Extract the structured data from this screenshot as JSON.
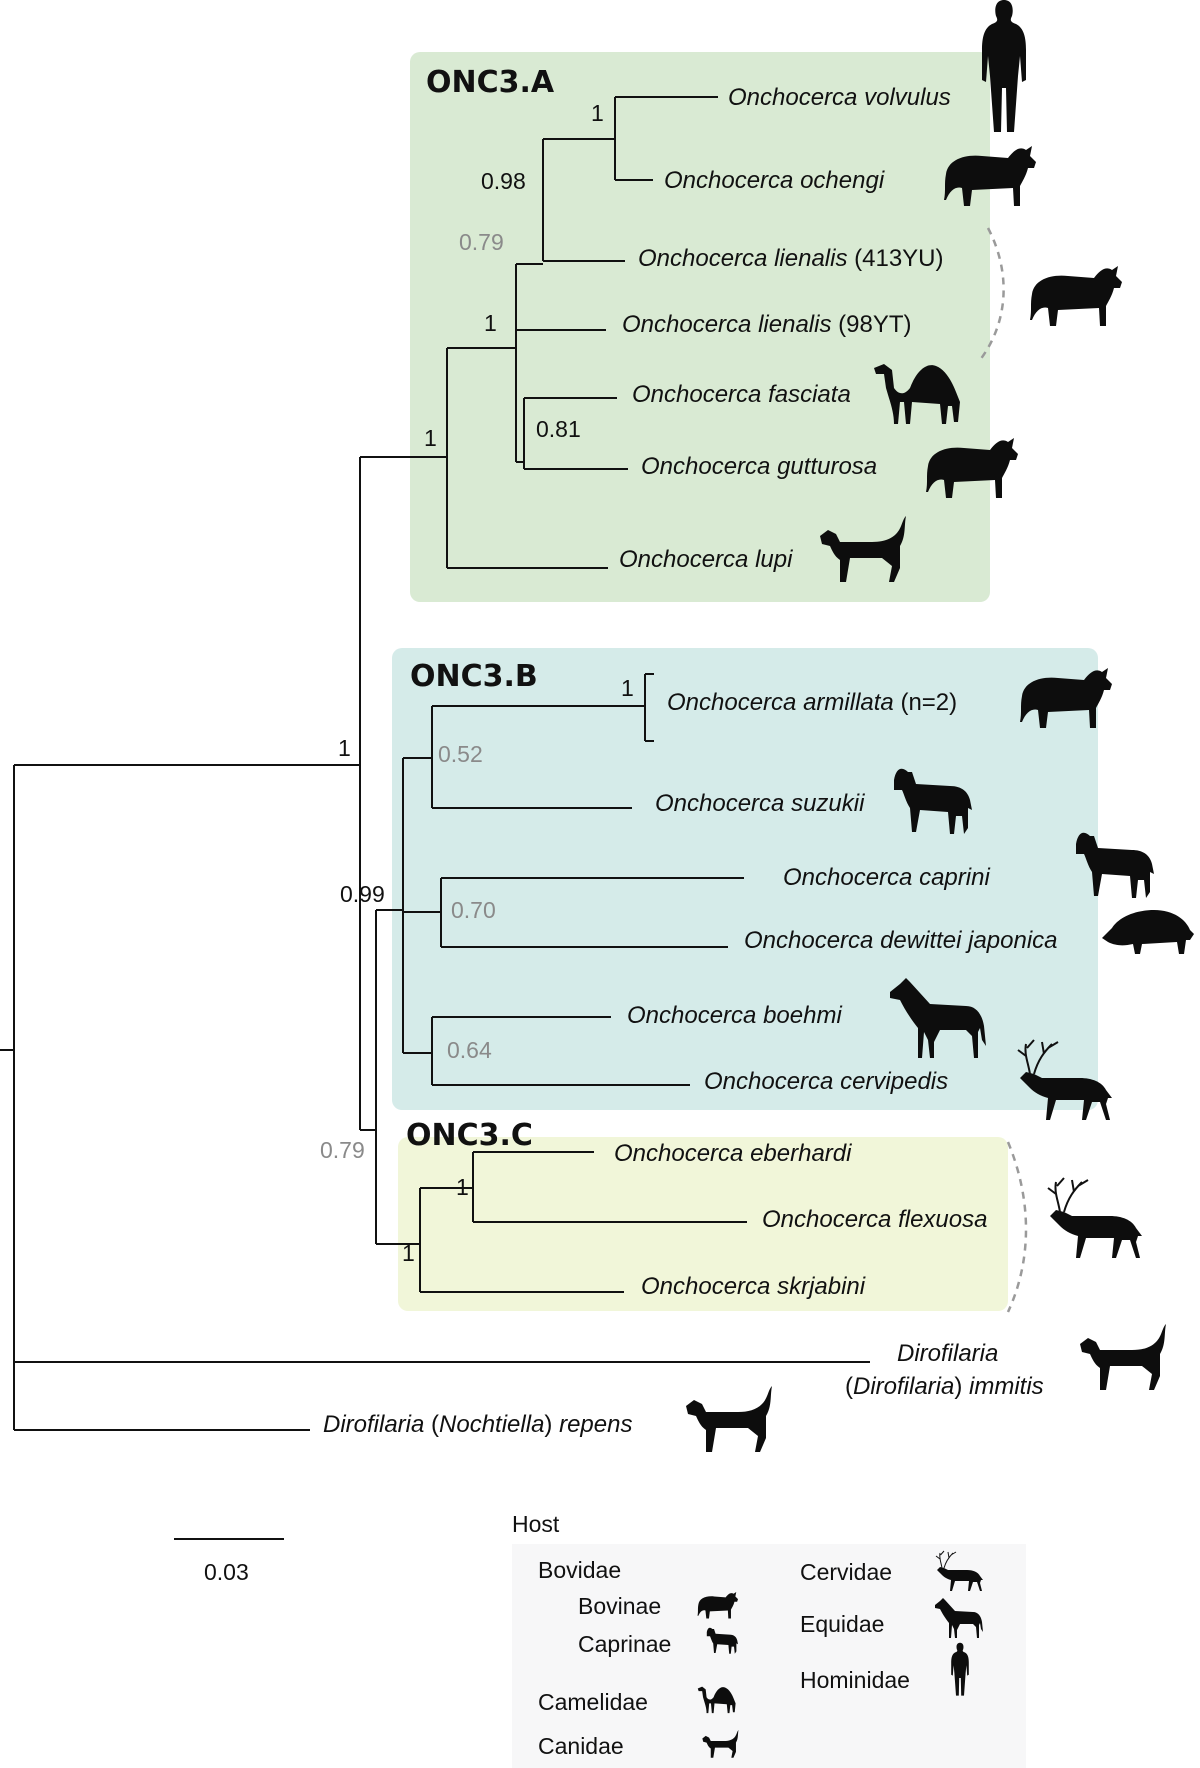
{
  "clades": {
    "a": {
      "title": "ONC3.A",
      "color": "#d9ead3"
    },
    "b": {
      "title": "ONC3.B",
      "color": "#d5ebe9"
    },
    "c": {
      "title": "ONC3.C",
      "color": "#f1f6d9"
    }
  },
  "taxa": {
    "volvulus": {
      "genus": "Onchocerca",
      "species": "volvulus",
      "note": ""
    },
    "ochengi": {
      "genus": "Onchocerca",
      "species": "ochengi",
      "note": ""
    },
    "lienalis1": {
      "genus": "Onchocerca",
      "species": "lienalis",
      "note": "(413YU)"
    },
    "lienalis2": {
      "genus": "Onchocerca",
      "species": "lienalis",
      "note": "(98YT)"
    },
    "fasciata": {
      "genus": "Onchocerca",
      "species": "fasciata",
      "note": ""
    },
    "gutturosa": {
      "genus": "Onchocerca",
      "species": "gutturosa",
      "note": ""
    },
    "lupi": {
      "genus": "Onchocerca",
      "species": "lupi",
      "note": ""
    },
    "armillata": {
      "genus": "Onchocerca",
      "species": "armillata",
      "note": "(n=2)"
    },
    "suzukii": {
      "genus": "Onchocerca",
      "species": "suzukii",
      "note": ""
    },
    "caprini": {
      "genus": "Onchocerca",
      "species": "caprini",
      "note": ""
    },
    "dewittei": {
      "genus": "Onchocerca",
      "species": "dewittei japonica",
      "note": ""
    },
    "boehmi": {
      "genus": "Onchocerca",
      "species": "boehmi",
      "note": ""
    },
    "cervipedis": {
      "genus": "Onchocerca",
      "species": "cervipedis",
      "note": ""
    },
    "eberhardi": {
      "genus": "Onchocerca",
      "species": "eberhardi",
      "note": ""
    },
    "flexuosa": {
      "genus": "Onchocerca",
      "species": "flexuosa",
      "note": ""
    },
    "skrjabini": {
      "genus": "Onchocerca",
      "species": "skrjabini",
      "note": ""
    },
    "immitis": {
      "genus": "Dirofilaria",
      "sub_open": "(",
      "subgenus": "Dirofilaria",
      "sub_close": ")",
      "species": "immitis"
    },
    "repens": {
      "genus": "Dirofilaria",
      "sub_open": "(",
      "subgenus": "Nochtiella",
      "sub_close": ")",
      "species": "repens"
    }
  },
  "support": {
    "volvulus_ochengi": "1",
    "a_core": "0.98",
    "a_lienalis": "0.79",
    "a_inner": "1",
    "fasciata_gutturosa": "0.81",
    "a_root": "1",
    "armillata": "1",
    "armillata_suzukii": "0.52",
    "caprini_dewittei": "0.70",
    "boehmi_cervipedis": "0.64",
    "b_c": "0.99",
    "a_bc": "1",
    "c_b": "0.79",
    "eberhardi_flexuosa": "1",
    "c_root": "1"
  },
  "scale": {
    "label": "0.03"
  },
  "legend": {
    "title": "Host",
    "bovidae": "Bovidae",
    "bovinae": "Bovinae",
    "caprinae": "Caprinae",
    "camelidae": "Camelidae",
    "canidae": "Canidae",
    "cervidae": "Cervidae",
    "equidae": "Equidae",
    "hominidae": "Hominidae",
    "bg_color": "#f7f7f8"
  },
  "icons": [
    "human-icon",
    "bovine-icon",
    "camel-icon",
    "dog-icon",
    "caprine-icon",
    "boar-icon",
    "horse-icon",
    "deer-icon"
  ]
}
